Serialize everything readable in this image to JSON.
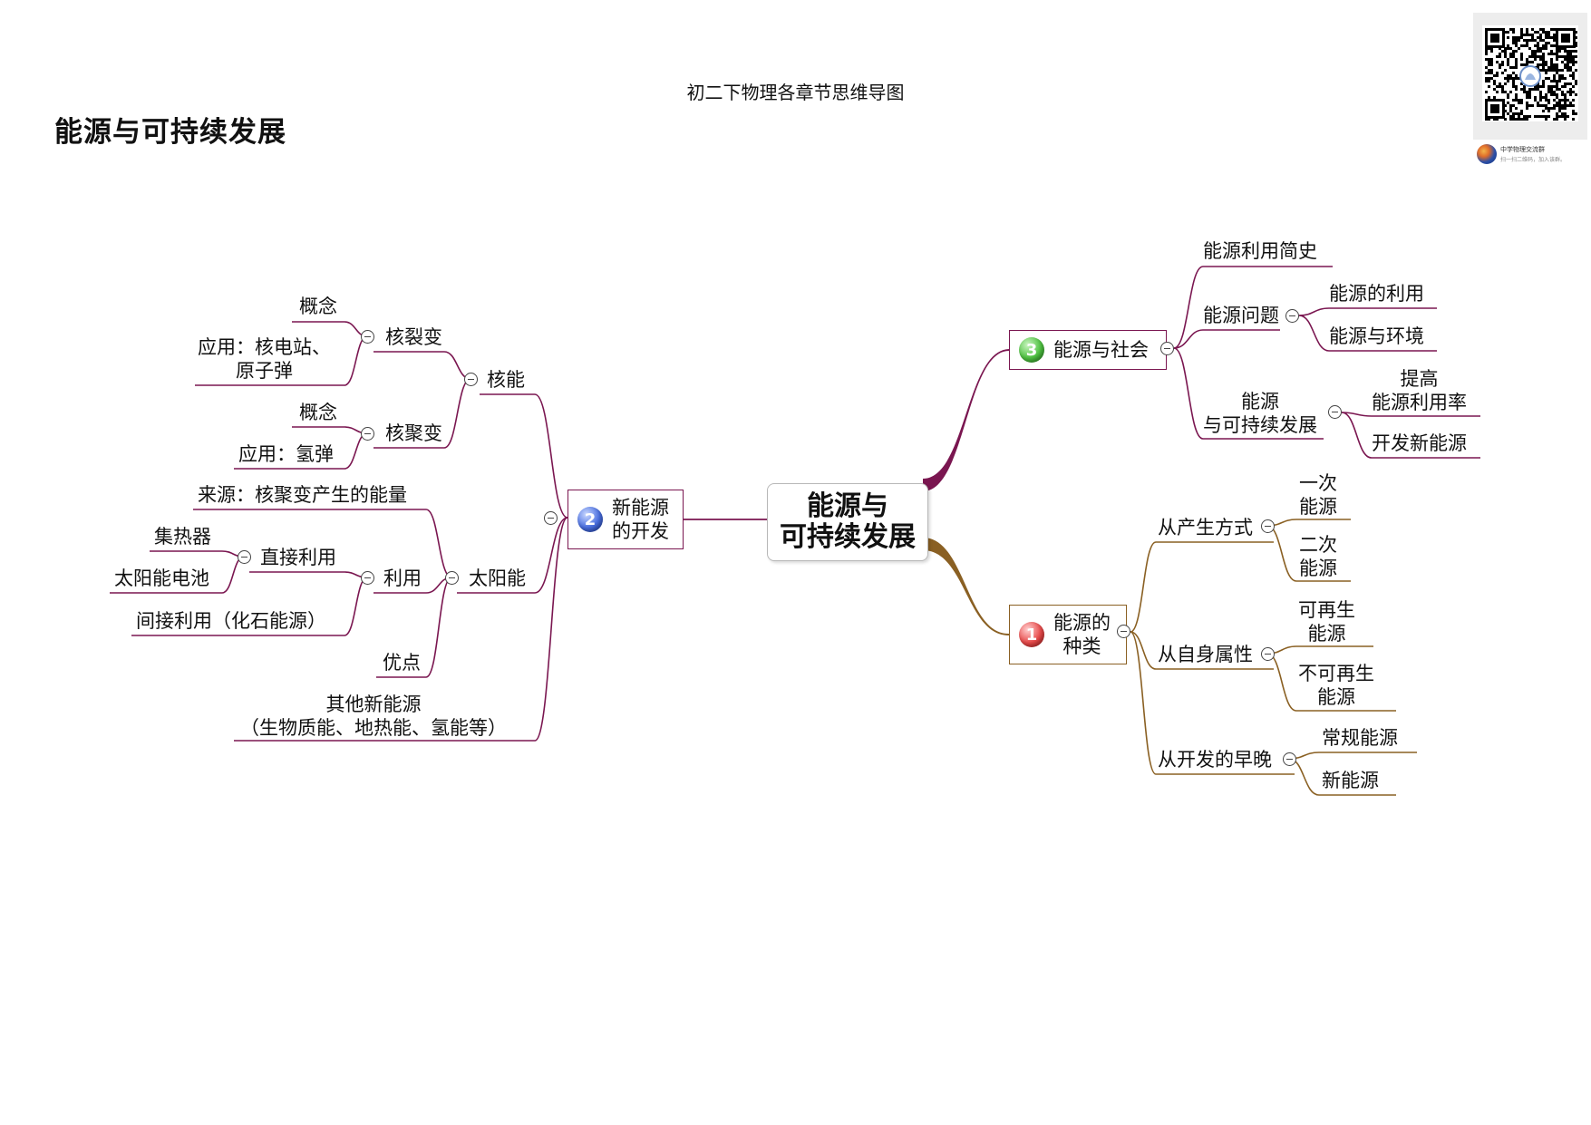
{
  "header": {
    "title": "初二下物理各章节思维导图",
    "page_title": "能源与可持续发展"
  },
  "qr": {
    "caption_line1": "中学物理交流群",
    "caption_line2": "扫一扫二维码，加入该群。"
  },
  "colors": {
    "branch_society": "#7a1650",
    "branch_new_energy": "#7a1650",
    "branch_types": "#8a6023"
  },
  "mindmap": {
    "center": "能源与\n可持续发展",
    "society": {
      "badge": "3",
      "label": "能源与社会",
      "history": "能源利用简史",
      "problems": "能源问题",
      "use": "能源的利用",
      "environment": "能源与环境",
      "sustainable": "能源\n与可持续发展",
      "improve": "提高\n能源利用率",
      "develop": "开发新能源"
    },
    "new_energy": {
      "badge": "2",
      "label": "新能源\n的开发",
      "nuclear": "核能",
      "fission": "核裂变",
      "fission_concept": "概念",
      "fission_app": "应用：核电站、\n原子弹",
      "fusion": "核聚变",
      "fusion_concept": "概念",
      "fusion_app": "应用：氢弹",
      "solar": "太阳能",
      "solar_source": "来源：核聚变产生的能量",
      "utilize": "利用",
      "direct": "直接利用",
      "collector": "集热器",
      "cell": "太阳能电池",
      "indirect": "间接利用（化石能源）",
      "advantages": "优点",
      "other": "其他新能源\n（生物质能、地热能、氢能等）"
    },
    "types": {
      "badge": "1",
      "label": "能源的\n种类",
      "by_production": "从产生方式",
      "primary": "一次\n能源",
      "secondary": "二次\n能源",
      "by_property": "从自身属性",
      "renewable": "可再生\n能源",
      "nonrenewable": "不可再生\n能源",
      "by_time": "从开发的早晚",
      "conventional": "常规能源",
      "new_source": "新能源"
    }
  }
}
